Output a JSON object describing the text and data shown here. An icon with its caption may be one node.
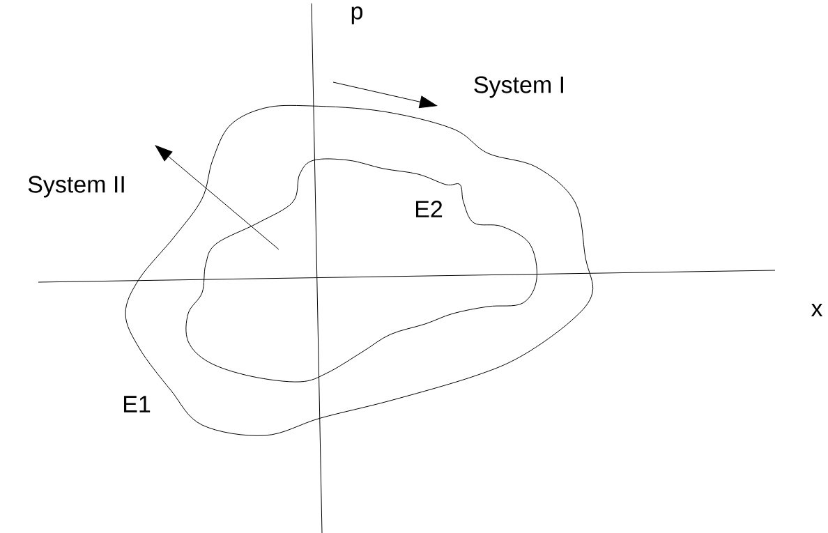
{
  "diagram": {
    "labels": [
      "p",
      "System I",
      "System II",
      "E2",
      "x",
      "E1"
    ]
  }
}
